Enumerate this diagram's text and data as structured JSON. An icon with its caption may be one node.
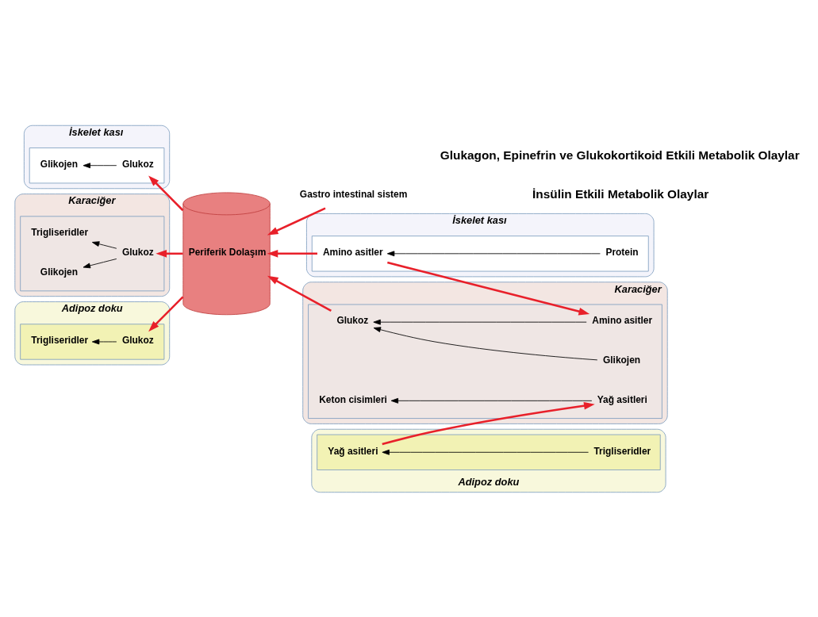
{
  "diagram": {
    "nodes": [
      {
        "text": [
          "Gastro intestinal sistem"
        ]
      },
      {
        "text": [
          "Periferik Dolaşım"
        ]
      },
      {
        "text": [
          "İskelet kası"
        ]
      },
      {
        "text": [],
        "shape": "box",
        "in": 2
      },
      {
        "text": [
          "Glikojen"
        ],
        "in": 3
      },
      {
        "text": [
          "Glukoz"
        ],
        "in": 3
      },
      {
        "text": [
          "Karaciğer"
        ]
      },
      {
        "text": [],
        "shape": "box",
        "in": 6
      },
      {
        "text": [
          "Glikojen"
        ],
        "in": 7
      },
      {
        "text": [
          "Glukoz"
        ],
        "in": 7
      },
      {
        "text": [
          "Trigliseridler"
        ],
        "in": 7
      },
      {
        "text": [
          "Adipoz doku"
        ]
      },
      {
        "text": [],
        "shape": "box",
        "in": 11
      },
      {
        "text": [
          "Trigliseridler"
        ],
        "in": 12
      },
      {
        "text": [
          "Glukoz"
        ],
        "in": 12
      },
      {
        "text": [
          "İskelet kası"
        ]
      },
      {
        "text": [],
        "shape": "box",
        "in": 15
      },
      {
        "text": [
          "Amino asitler"
        ],
        "in": 16
      },
      {
        "text": [
          "Protein"
        ],
        "in": 16
      },
      {
        "text": [
          "Karaciğer"
        ]
      },
      {
        "text": [],
        "shape": "box",
        "in": 19
      },
      {
        "text": [
          "Amino asitler"
        ],
        "in": 20
      },
      {
        "text": [
          "Glukoz"
        ],
        "in": 20
      },
      {
        "text": [
          "Glikojen"
        ],
        "in": 20
      },
      {
        "text": [
          "Yağ asitleri"
        ],
        "in": 20
      },
      {
        "text": [
          "Keton cisimleri"
        ],
        "in": 20
      },
      {
        "text": [
          "Adipoz doku"
        ]
      },
      {
        "text": [],
        "shape": "box",
        "in": 26
      },
      {
        "text": [
          "Yağ asitleri"
        ],
        "in": 27
      },
      {
        "text": [
          "Trigliseridler"
        ],
        "in": 27
      }
    ],
    "edges": [
      {
        "from": 0,
        "to": 1,
        "arrow": "to",
        "style": "thick",
        "color": "#e8202a"
      },
      {
        "from": 1,
        "to": 5,
        "arrow": "to",
        "style": "thick",
        "color": "#e8202a"
      },
      {
        "from": 5,
        "to": 4,
        "arrow": "to"
      },
      {
        "from": 17,
        "to": 1,
        "arrow": "to",
        "style": "thick",
        "color": "#e8202a"
      },
      {
        "from": 18,
        "to": 17,
        "arrow": "to"
      },
      {
        "from": 17,
        "to": 21,
        "arrow": "to",
        "style": "thick",
        "color": "#e8202a"
      },
      {
        "from": 9,
        "to": 8,
        "arrow": "to"
      },
      {
        "from": 9,
        "to": 10,
        "arrow": "to"
      },
      {
        "from": 1,
        "to": 9,
        "arrow": "to",
        "style": "thick",
        "color": "#e8202a"
      },
      {
        "from": 22,
        "to": 1,
        "arrow": "to",
        "style": "thick",
        "color": "#e8202a"
      },
      {
        "from": 21,
        "to": 22,
        "arrow": "to"
      },
      {
        "from": 23,
        "to": 22,
        "arrow": "to"
      },
      {
        "from": 24,
        "to": 25,
        "arrow": "to"
      },
      {
        "from": 28,
        "to": 24,
        "arrow": "to",
        "style": "thick",
        "color": "#e8202a"
      },
      {
        "from": 1,
        "to": 14,
        "arrow": "to",
        "style": "thick",
        "color": "#e8202a"
      },
      {
        "from": 14,
        "to": 13,
        "arrow": "to"
      },
      {
        "from": 29,
        "to": 28,
        "arrow": "to"
      }
    ],
    "labels": [
      "İnsülin Etkili Metabolik Olaylar",
      "Glukagon, Epinefrin ve Glukokortikoid Etkili Metabolik Olaylar"
    ]
  }
}
